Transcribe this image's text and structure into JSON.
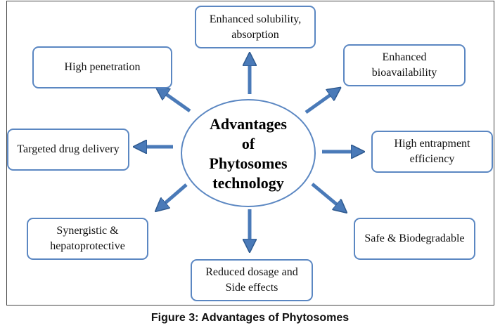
{
  "center": {
    "line1": "Advantages",
    "line2": "of",
    "line3": "Phytosomes",
    "line4": "technology"
  },
  "boxes": {
    "solubility": "Enhanced solubility, absorption",
    "penetration": "High penetration",
    "bioavailability": "Enhanced bioavailability",
    "targeted": "Targeted drug delivery",
    "entrapment": "High entrapment efficiency",
    "synergistic": "Synergistic & hepatoprotective",
    "safe": "Safe & Biodegradable",
    "dosage": "Reduced dosage and Side effects"
  },
  "caption": "Figure 3: Advantages of Phytosomes",
  "colors": {
    "arrow": "#4a7ab8",
    "border": "#5b87c2"
  }
}
